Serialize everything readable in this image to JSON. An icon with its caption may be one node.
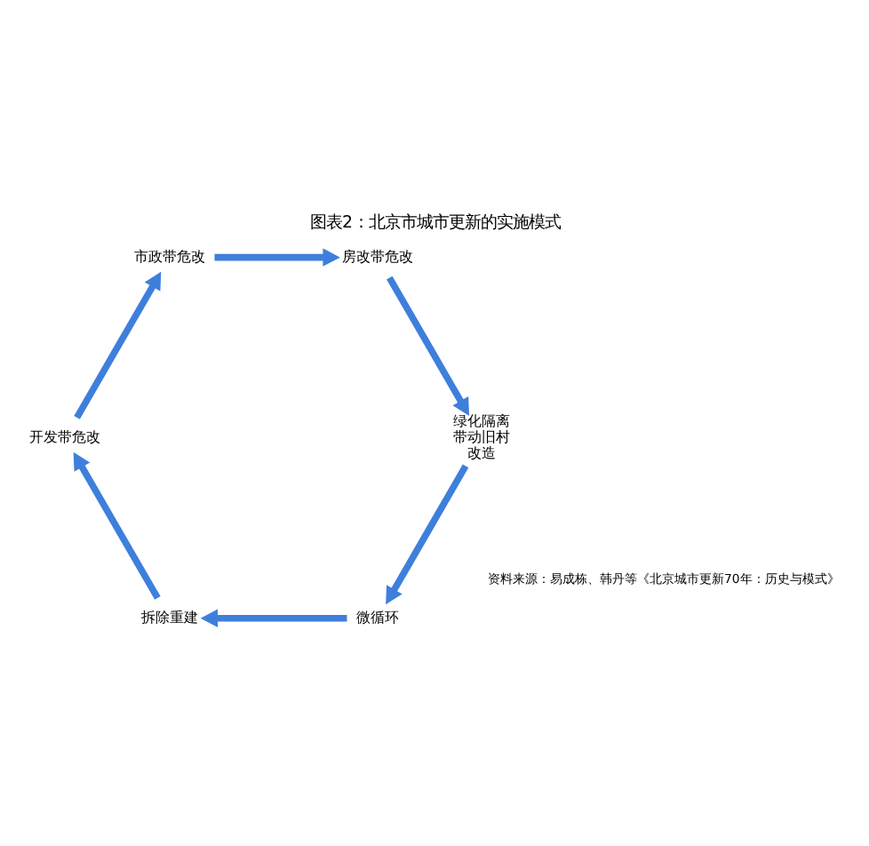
{
  "diagram": {
    "title": "图表2：北京市城市更新的实施模式",
    "caption": "资料来源：易成栋、韩丹等《北京城市更新70年：历史与模式》",
    "nodes": [
      {
        "text": [
          "微循环"
        ]
      },
      {
        "text": [
          "拆除重建"
        ]
      },
      {
        "text": [
          "开发带危改"
        ]
      },
      {
        "text": [
          "市政带危改"
        ]
      },
      {
        "text": [
          "房改带危改"
        ]
      },
      {
        "text": [
          "绿化隔离带动旧村改造"
        ]
      }
    ],
    "edges": [
      {
        "from": 0,
        "to": 1,
        "arrow": "to"
      },
      {
        "from": 1,
        "to": 2,
        "arrow": "to"
      },
      {
        "from": 2,
        "to": 3,
        "arrow": "to"
      },
      {
        "from": 3,
        "to": 4,
        "arrow": "to"
      },
      {
        "from": 4,
        "to": 5,
        "arrow": "to"
      },
      {
        "from": 5,
        "to": 0,
        "arrow": "to"
      }
    ]
  }
}
